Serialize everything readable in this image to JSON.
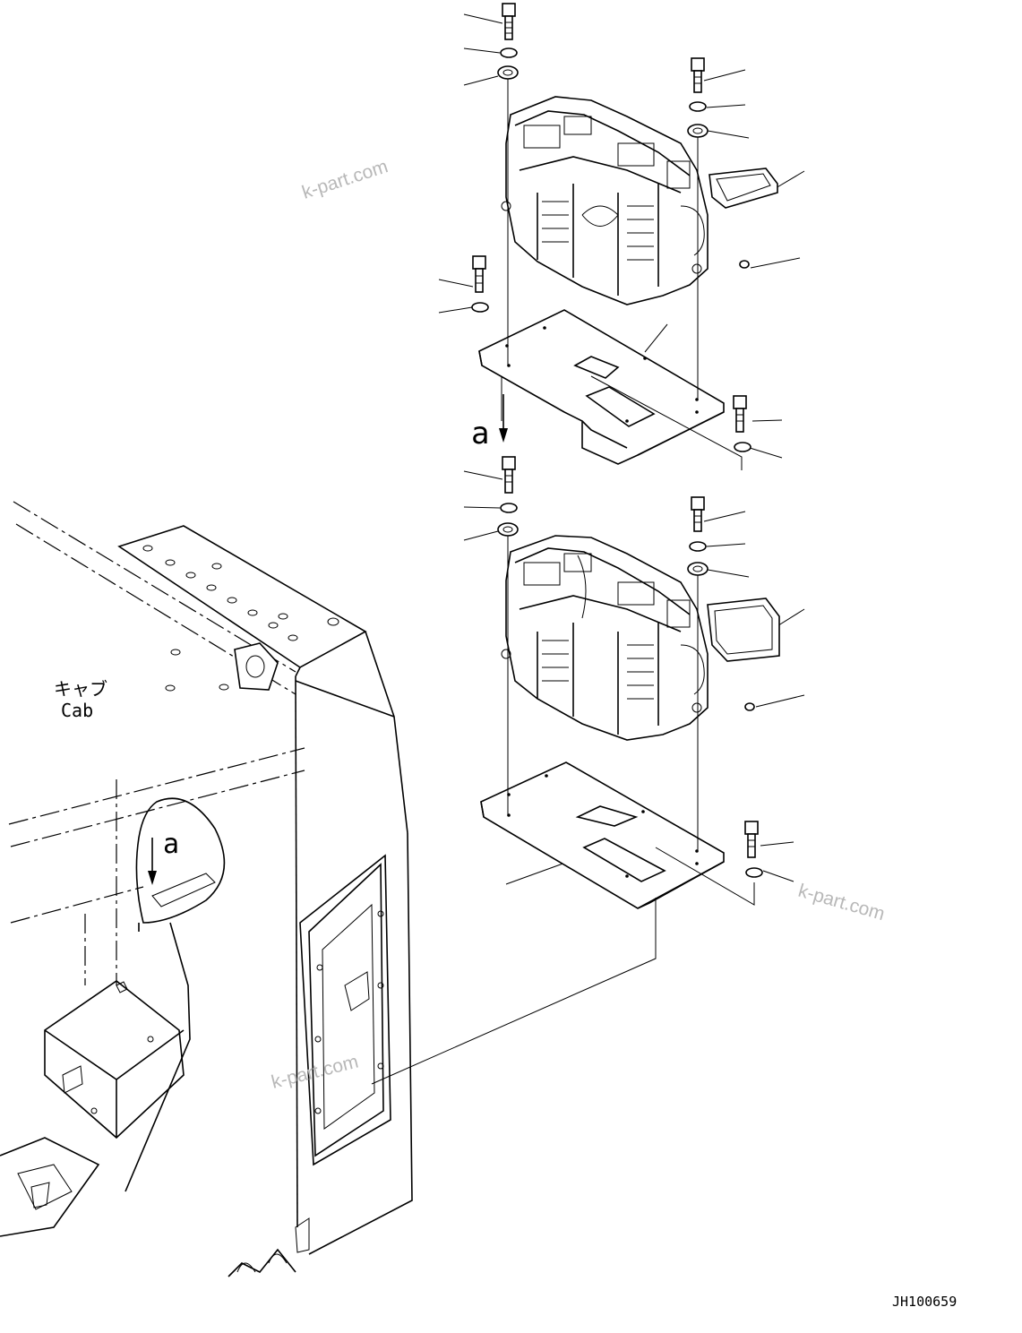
{
  "labels": {
    "view_a_upper": "a",
    "view_a_lower": "a",
    "cab_jp": "キャブ",
    "cab_en": "Cab",
    "drawing_number": "JH100659"
  },
  "watermarks": [
    "k-part.com",
    "k-part.com",
    "k-part.com"
  ]
}
